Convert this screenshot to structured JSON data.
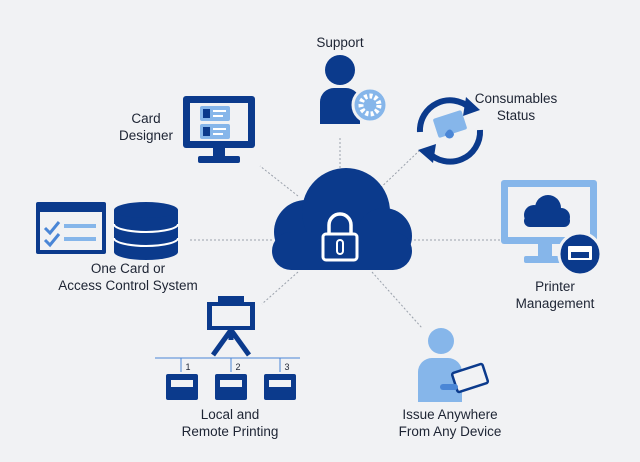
{
  "colors": {
    "navy": "#0b3a8c",
    "light": "#86b6ea",
    "mid": "#4a86d6",
    "line": "#9aa1ab",
    "bg": "#f1f2f4",
    "text": "#1d2433"
  },
  "hub": {
    "icon": "cloud-lock-icon"
  },
  "nodes": {
    "support": {
      "lines": [
        "Support"
      ],
      "icon": "person-gear-icon"
    },
    "consumables": {
      "lines": [
        "Consumables",
        "Status"
      ],
      "icon": "refresh-card-icon"
    },
    "card_designer": {
      "lines": [
        "Card",
        "Designer"
      ],
      "icon": "monitor-id-cards-icon"
    },
    "one_card": {
      "lines": [
        "One Card or",
        "Access Control System"
      ],
      "icon": "checklist-database-icon"
    },
    "printer_mgmt": {
      "lines": [
        "Printer",
        "Management"
      ],
      "icon": "monitor-cloud-printer-icon"
    },
    "local_remote": {
      "lines": [
        "Local and",
        "Remote Printing"
      ],
      "icon": "network-printers-icon",
      "printer_numbers": [
        "1",
        "2",
        "3"
      ]
    },
    "issue_anywhere": {
      "lines": [
        "Issue Anywhere",
        "From Any Device"
      ],
      "icon": "person-tablet-icon"
    }
  }
}
